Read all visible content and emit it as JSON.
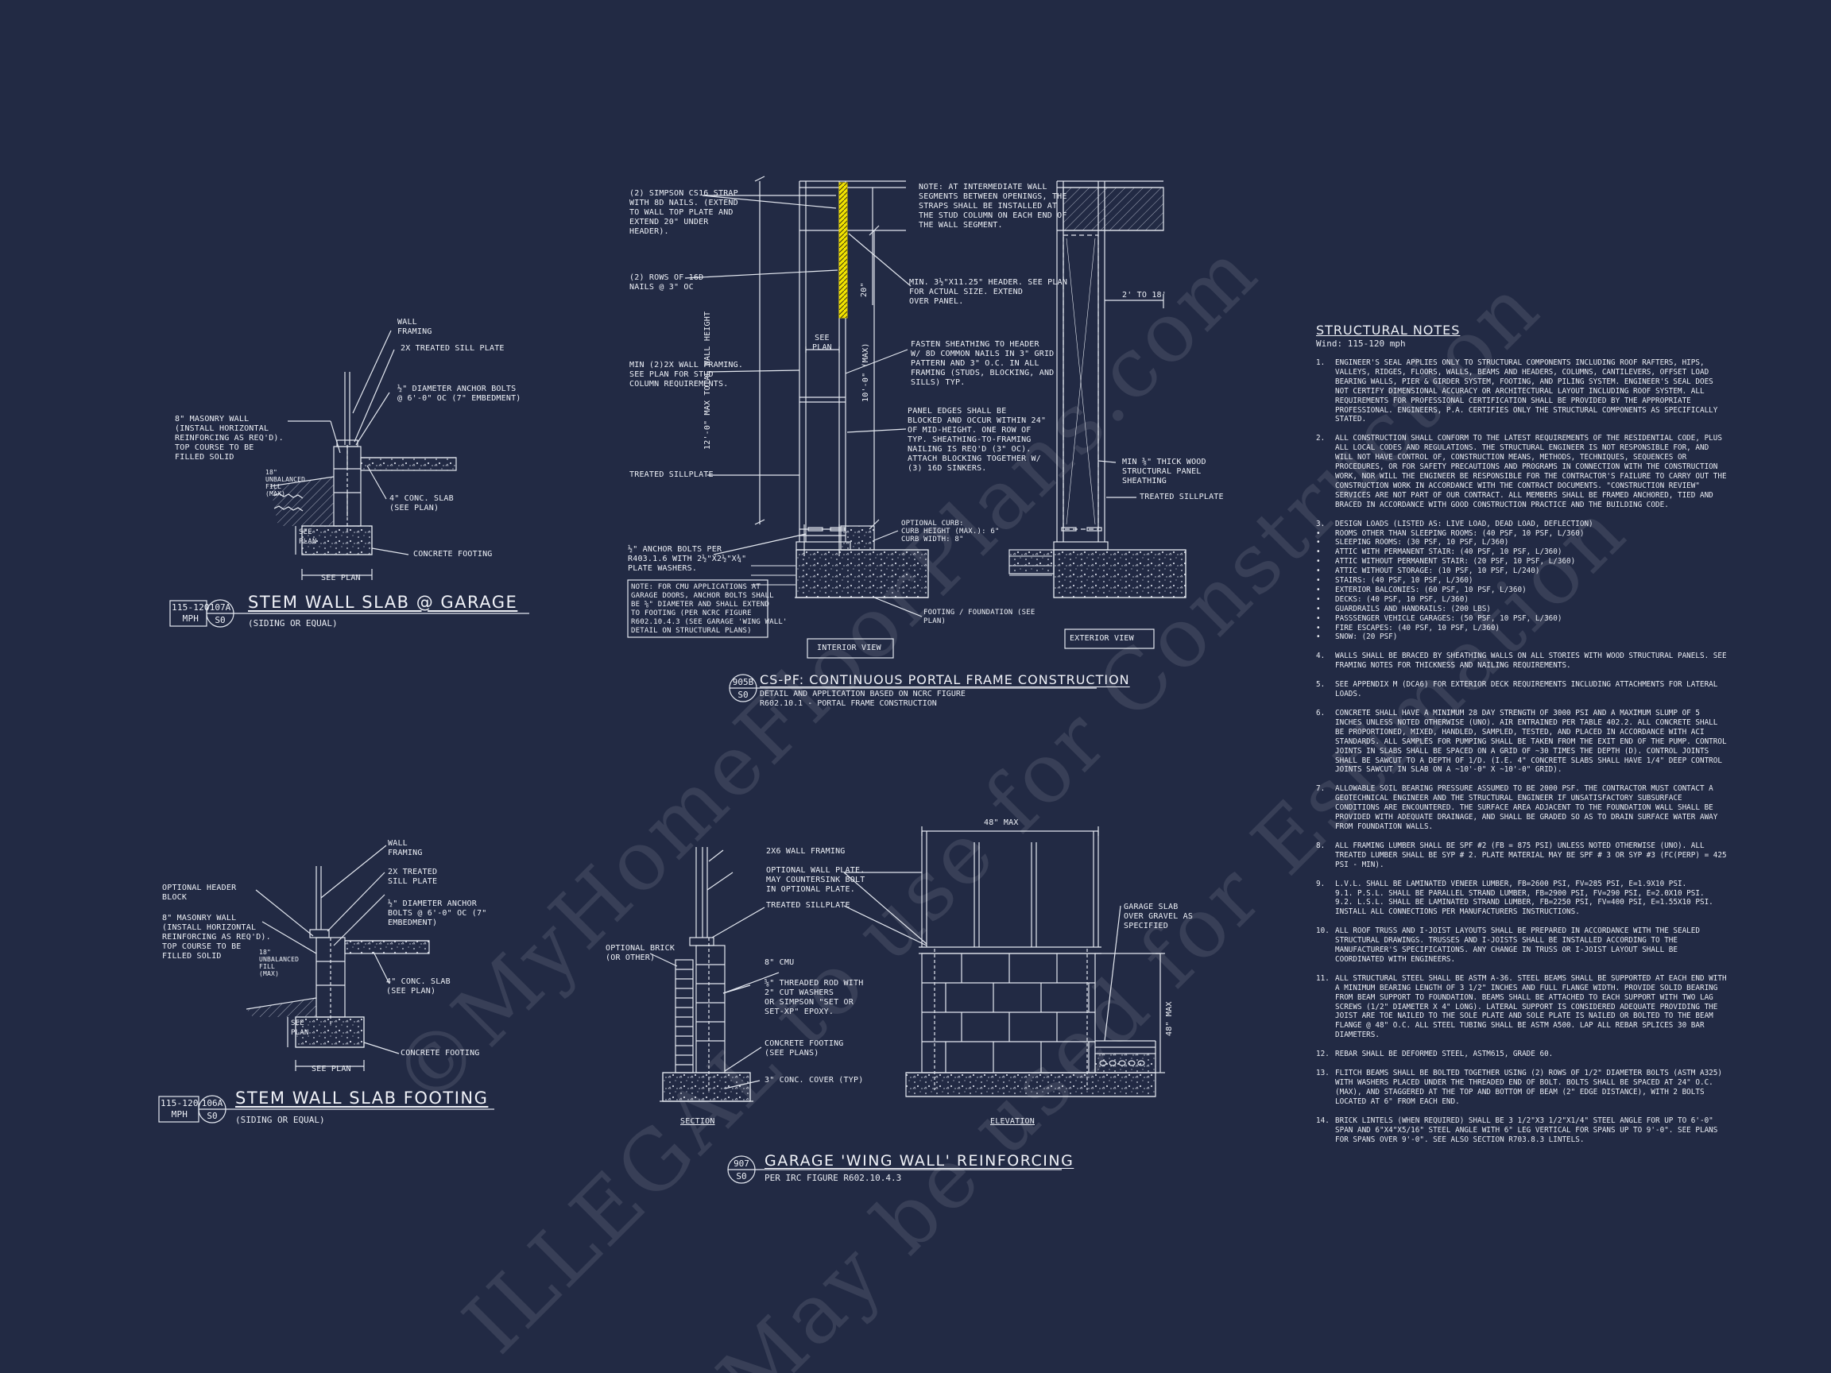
{
  "watermark": {
    "line1": "©MyHomeFloorPlans.com",
    "line2": "ILLEGAL to use for Construction",
    "line3": "May be used for Estimation"
  },
  "detail_107a": {
    "scale": "115-120\nMPH",
    "bubble_top": "107A",
    "bubble_bottom": "S0",
    "title": "STEM WALL SLAB @ GARAGE",
    "subtitle": "(SIDING OR EQUAL)",
    "labels": {
      "wall_framing": "WALL\nFRAMING",
      "sill_plate": "2x TREATED SILL PLATE",
      "anchor_bolts": "½\" DIAMETER ANCHOR BOLTS\n@ 6'-0\" OC (7\" EMBEDMENT)",
      "masonry": "8\" MASONRY WALL\n(INSTALL HORIZONTAL\nREINFORCING AS REQ'D).\nTOP COURSE TO BE\nFILLED SOLID",
      "unbalanced": "18\"\nUNBALANCED\nFILL\n(MAX)",
      "slab": "4\" CONC. SLAB\n(SEE PLAN)",
      "footing": "CONCRETE FOOTING",
      "see_plan_v": "SEE\nPLAN",
      "see_plan_h": "SEE PLAN"
    }
  },
  "detail_106a": {
    "scale": "115-120\nMPH",
    "bubble_top": "106A",
    "bubble_bottom": "S0",
    "title": "STEM WALL SLAB FOOTING",
    "subtitle": "(SIDING OR EQUAL)",
    "labels": {
      "wall_framing": "WALL\nFRAMING",
      "sill_plate": "2x TREATED\nSILL PLATE",
      "header_block": "OPTIONAL HEADER\nBLOCK",
      "anchor_bolts": "½\" DIAMETER ANCHOR\nBOLTS @ 6'-0\" OC (7\"\nEMBEDMENT)",
      "masonry": "8\" MASONRY WALL\n(INSTALL HORIZONTAL\nREINFORCING AS REQ'D).\nTOP COURSE TO BE\nFILLED SOLID",
      "unbalanced": "18\"\nUNBALANCED\nFILL\n(MAX)",
      "slab": "4\" CONC. SLAB\n(SEE PLAN)",
      "footing": "CONCRETE FOOTING",
      "see_plan_v": "SEE\nPLAN",
      "see_plan_h": "SEE PLAN"
    }
  },
  "detail_905b": {
    "bubble_top": "905B",
    "bubble_bottom": "S0",
    "title": "CS-PF: CONTINUOUS PORTAL FRAME CONSTRUCTION",
    "subtitle1": "DETAIL AND APPLICATION BASED ON NCRC FIGURE",
    "subtitle2": "R602.10.1 - PORTAL FRAME CONSTRUCTION",
    "interior_view": "INTERIOR VIEW",
    "exterior_view": "EXTERIOR VIEW",
    "labels": {
      "strap": "(2) SIMPSON CS16 STRAP\nWITH 8d NAILS. (EXTEND\nTO WALL TOP PLATE AND\nEXTEND 20\" UNDER\nHEADER).",
      "rows_nails": "(2) ROWS OF 16d\nNAILS @ 3\" OC",
      "min_framing": "MIN (2)2X WALL FRAMING.\nSEE PLAN FOR STUD\nCOLUMN REQUIREMENTS.",
      "treated_sill": "TREATED SILLPLATE",
      "anchor": "½\" ANCHOR BOLTS PER\nR403.1.6 WITH 2½\"x2½\"x¾\"\nPLATE WASHERS.",
      "note_box": "NOTE: FOR CMU APPLICATIONS AT\nGARAGE DOORS, ANCHOR BOLTS SHALL\nBE ⅝\" DIAMETER AND SHALL EXTEND\nTO FOOTING (PER NCRC FIGURE\nR602.10.4.3 (SEE GARAGE 'WING WALL'\nDETAIL ON STRUCTURAL PLANS)",
      "note_intermediate": "NOTE: AT INTERMEDIATE WALL\nSEGMENTS BETWEEN OPENINGS, THE\nSTRAPS SHALL BE INSTALLED AT\nTHE STUD COLUMN ON EACH END OF\nTHE WALL SEGMENT.",
      "header": "MIN. 3½\"x11.25\" HEADER. SEE PLAN\nFOR ACTUAL SIZE. EXTEND\nOVER PANEL.",
      "fasten": "FASTEN SHEATHING TO HEADER\nW/ 8d COMMON NAILS IN 3\" GRID\nPATTERN AND 3\" O.C. IN ALL\nFRAMING (STUDS, BLOCKING, AND\nSILLS) TYP.",
      "panel_edges": "PANEL EDGES SHALL BE\nBLOCKED AND OCCUR WITHIN 24\"\nOF MID-HEIGHT. ONE ROW OF\nTYP. SHEATHING-TO-FRAMING\nNAILING IS REQ'D (3\" OC).\nATTACH BLOCKING TOGETHER W/\n(3) 16d SINKERS.",
      "optional_curb": "OPTIONAL CURB:\nCURB HEIGHT (MAX.): 6\"\nCURB WIDTH: 8\"",
      "footing": "FOOTING / FOUNDATION (SEE\nPLAN)",
      "sheathing": "MIN ⅜\" THICK WOOD\nSTRUCTURAL PANEL\nSHEATHING",
      "treated_sill_ext": "TREATED SILLPLATE",
      "two_to_18": "2' TO 18'",
      "see_plan": "SEE\nPLAN",
      "dim_total": "12'-0\" MAX TOTAL WALL HEIGHT",
      "dim_10": "10'-0\" (MAX)",
      "dim_20": "20\""
    }
  },
  "detail_907": {
    "bubble_top": "907",
    "bubble_bottom": "S0",
    "title": "GARAGE 'WING WALL' REINFORCING",
    "subtitle": "PER IRC FIGURE R602.10.4.3",
    "section": "SECTION",
    "elevation": "ELEVATION",
    "labels": {
      "framing": "2x6 WALL FRAMING",
      "opt_plate": "OPTIONAL WALL PLATE.\nMAY COUNTERSINK BOLT\nIN OPTIONAL PLATE.",
      "treated_sill": "TREATED SILLPLATE",
      "opt_brick": "OPTIONAL BRICK\n(OR OTHER)",
      "cmu": "8\" CMU",
      "rod": "⅝\" THREADED ROD WITH\n2\" CUT WASHERS\nOR SIMPSON \"SET OR\nSET-XP\" EPOXY.",
      "footing": "CONCRETE FOOTING\n(SEE PLANS)",
      "cover": "3\" CONC. COVER (TYP)",
      "garage_slab": "GARAGE SLAB\nOVER GRAVEL AS\nSPECIFIED",
      "dim_48_max": "48\" MAX",
      "dim_48_max_v": "48\" MAX"
    }
  },
  "notes": {
    "title": "STRUCTURAL NOTES",
    "wind": "Wind: 115-120 mph",
    "items": [
      {
        "num": "1.",
        "text": "ENGINEER'S SEAL APPLIES ONLY TO STRUCTURAL COMPONENTS INCLUDING ROOF RAFTERS, HIPS, VALLEYS, RIDGES, FLOORS, WALLS, BEAMS AND HEADERS, COLUMNS, CANTILEVERS, OFFSET LOAD BEARING WALLS, PIER & GIRDER SYSTEM, FOOTING, AND PILING SYSTEM. ENGINEER'S SEAL DOES NOT CERTIFY DIMENSIONAL ACCURACY OR ARCHITECTURAL LAYOUT INCLUDING ROOF SYSTEM. ALL REQUIREMENTS FOR PROFESSIONAL CERTIFICATION SHALL BE PROVIDED BY THE APPROPRIATE PROFESSIONAL. ENGINEERS, P.A. CERTIFIES ONLY THE STRUCTURAL COMPONENTS AS SPECIFICALLY STATED."
      },
      {
        "num": "2.",
        "text": "ALL CONSTRUCTION SHALL CONFORM TO THE LATEST REQUIREMENTS OF THE RESIDENTIAL CODE, PLUS ALL LOCAL CODES AND REGULATIONS. THE STRUCTURAL ENGINEER IS NOT RESPONSIBLE FOR, AND WILL NOT HAVE CONTROL OF, CONSTRUCTION MEANS, METHODS, TECHNIQUES, SEQUENCES OR PROCEDURES, OR FOR SAFETY PRECAUTIONS AND PROGRAMS IN CONNECTION WITH THE CONSTRUCTION WORK, NOR WILL THE ENGINEER BE RESPONSIBLE FOR THE CONTRACTOR'S FAILURE TO CARRY OUT THE CONSTRUCTION WORK IN ACCORDANCE WITH THE CONTRACT DOCUMENTS. \"CONSTRUCTION REVIEW\" SERVICES ARE NOT PART OF OUR CONTRACT. ALL MEMBERS SHALL BE FRAMED ANCHORED, TIED AND BRACED IN ACCORDANCE WITH GOOD CONSTRUCTION PRACTICE AND THE BUILDING CODE."
      },
      {
        "num": "3.",
        "text": "DESIGN LOADS (LISTED AS: LIVE LOAD, DEAD LOAD, DEFLECTION)"
      },
      {
        "num": "4.",
        "text": "WALLS SHALL BE BRACED BY SHEATHING WALLS ON ALL STORIES WITH WOOD STRUCTURAL PANELS. SEE FRAMING NOTES FOR THICKNESS AND NAILING REQUIREMENTS."
      },
      {
        "num": "5.",
        "text": "SEE APPENDIX M (DCA6) FOR EXTERIOR DECK REQUIREMENTS INCLUDING ATTACHMENTS FOR LATERAL LOADS."
      },
      {
        "num": "6.",
        "text": "CONCRETE SHALL HAVE A MINIMUM 28 DAY STRENGTH OF 3000 PSI AND A MAXIMUM SLUMP OF 5 INCHES UNLESS NOTED OTHERWISE (UNO). AIR ENTRAINED PER TABLE 402.2. ALL CONCRETE SHALL BE PROPORTIONED, MIXED, HANDLED, SAMPLED, TESTED, AND PLACED IN ACCORDANCE WITH ACI STANDARDS. ALL SAMPLES FOR PUMPING SHALL BE TAKEN FROM THE EXIT END OF THE PUMP. CONTROL JOINTS IN SLABS SHALL BE SPACED ON A GRID OF ~30 TIMES THE DEPTH (D). CONTROL JOINTS SHALL BE SAWCUT TO A DEPTH OF 1/D. (I.E. 4\" CONCRETE SLABS SHALL HAVE 1/4\" DEEP CONTROL JOINTS SAWCUT IN SLAB ON A ~10'-0\" x ~10'-0\" GRID)."
      },
      {
        "num": "7.",
        "text": "ALLOWABLE SOIL BEARING PRESSURE ASSUMED TO BE 2000 PSF. THE CONTRACTOR MUST CONTACT A GEOTECHNICAL ENGINEER AND THE STRUCTURAL ENGINEER IF UNSATISFACTORY SUBSURFACE CONDITIONS ARE ENCOUNTERED. THE SURFACE AREA ADJACENT TO THE FOUNDATION WALL SHALL BE PROVIDED WITH ADEQUATE DRAINAGE, AND SHALL BE GRADED SO AS TO DRAIN SURFACE WATER AWAY FROM FOUNDATION WALLS."
      },
      {
        "num": "8.",
        "text": "ALL FRAMING LUMBER SHALL BE SPF #2 (Fb = 875 PSI) UNLESS NOTED OTHERWISE (UNO). ALL TREATED LUMBER SHALL BE SYP # 2. PLATE MATERIAL MAY BE SPF # 3 OR SYP #3 (Fc(perp) = 425 PSI - MIN)."
      },
      {
        "num": "9.",
        "text": "L.V.L. SHALL BE LAMINATED VENEER LUMBER, Fb=2600 PSI, Fv=285 PSI, E=1.9x10 PSI.\n9.1. P.S.L. SHALL BE PARALLEL STRAND LUMBER, Fb=2900 PSI, Fv=290 PSI, E=2.0x10 PSI.\n9.2. L.S.L. SHALL BE LAMINATED STRAND LUMBER, Fb=2250 PSI, Fv=400 PSI, E=1.55x10 PSI.\nINSTALL ALL CONNECTIONS PER MANUFACTURERS INSTRUCTIONS."
      },
      {
        "num": "10.",
        "text": "ALL ROOF TRUSS AND I-JOIST LAYOUTS SHALL BE PREPARED IN ACCORDANCE WITH THE SEALED STRUCTURAL DRAWINGS. TRUSSES AND I-JOISTS SHALL BE INSTALLED ACCORDING TO THE MANUFACTURER'S SPECIFICATIONS. ANY CHANGE IN TRUSS OR I-JOIST LAYOUT SHALL BE COORDINATED WITH ENGINEERS."
      },
      {
        "num": "11.",
        "text": "ALL STRUCTURAL STEEL SHALL BE ASTM A-36. STEEL BEAMS SHALL BE SUPPORTED AT EACH END WITH A MINIMUM BEARING LENGTH OF 3 1/2\" INCHES AND FULL FLANGE WIDTH. PROVIDE SOLID BEARING FROM BEAM SUPPORT TO FOUNDATION. BEAMS SHALL BE ATTACHED TO EACH SUPPORT WITH TWO LAG SCREWS (1/2\" DIAMETER x 4\" LONG). LATERAL SUPPORT IS CONSIDERED ADEQUATE PROVIDING THE JOIST ARE TOE NAILED TO THE SOLE PLATE AND SOLE PLATE IS NAILED OR BOLTED TO THE BEAM FLANGE @ 48\" O.C. ALL STEEL TUBING SHALL BE ASTM A500. LAP ALL REBAR SPLICES 30 BAR DIAMETERS."
      },
      {
        "num": "12.",
        "text": "REBAR SHALL BE DEFORMED STEEL, ASTM615, GRADE 60."
      },
      {
        "num": "13.",
        "text": "FLITCH BEAMS SHALL BE BOLTED TOGETHER USING (2) ROWS OF 1/2\" DIAMETER BOLTS (ASTM A325) WITH WASHERS PLACED UNDER THE THREADED END OF BOLT. BOLTS SHALL BE SPACED AT 24\" O.C. (MAX), AND STAGGERED AT THE TOP AND BOTTOM OF BEAM (2\" EDGE DISTANCE), WITH 2 BOLTS LOCATED AT 6\" FROM EACH END."
      },
      {
        "num": "14.",
        "text": "BRICK LINTELS (WHEN REQUIRED) SHALL BE 3 1/2\"x3 1/2\"x1/4\" STEEL ANGLE FOR UP TO 6'-0\" SPAN AND 6\"x4\"x5/16\" STEEL ANGLE WITH 6\" LEG VERTICAL FOR SPANS UP TO 9'-0\". SEE PLANS FOR SPANS OVER 9'-0\". SEE ALSO SECTION R703.8.3 LINTELS."
      }
    ],
    "loads": [
      "ROOMS OTHER THAN SLEEPING ROOMS: (40 PSF, 10 PSF, L/360)",
      "SLEEPING ROOMS: (30 PSF, 10 PSF, L/360)",
      "ATTIC WITH PERMANENT STAIR: (40 PSF, 10 PSF, L/360)",
      "ATTIC WITHOUT PERMANENT STAIR: (20 PSF, 10 PSF, L/360)",
      "ATTIC WITHOUT STORAGE: (10 PSF, 10 PSF, L/240)",
      "STAIRS: (40 PSF, 10 PSF, L/360)",
      "EXTERIOR BALCONIES: (60 PSF, 10 PSF, L/360)",
      "DECKS: (40 PSF, 10 PSF, L/360)",
      "GUARDRAILS AND HANDRAILS: (200 LBS)",
      "PASSSENGER VEHICLE GARAGES: (50 PSF, 10 PSF, L/360)",
      "FIRE ESCAPES: (40 PSF, 10 PSF, L/360)",
      "SNOW: (20 PSF)"
    ]
  }
}
